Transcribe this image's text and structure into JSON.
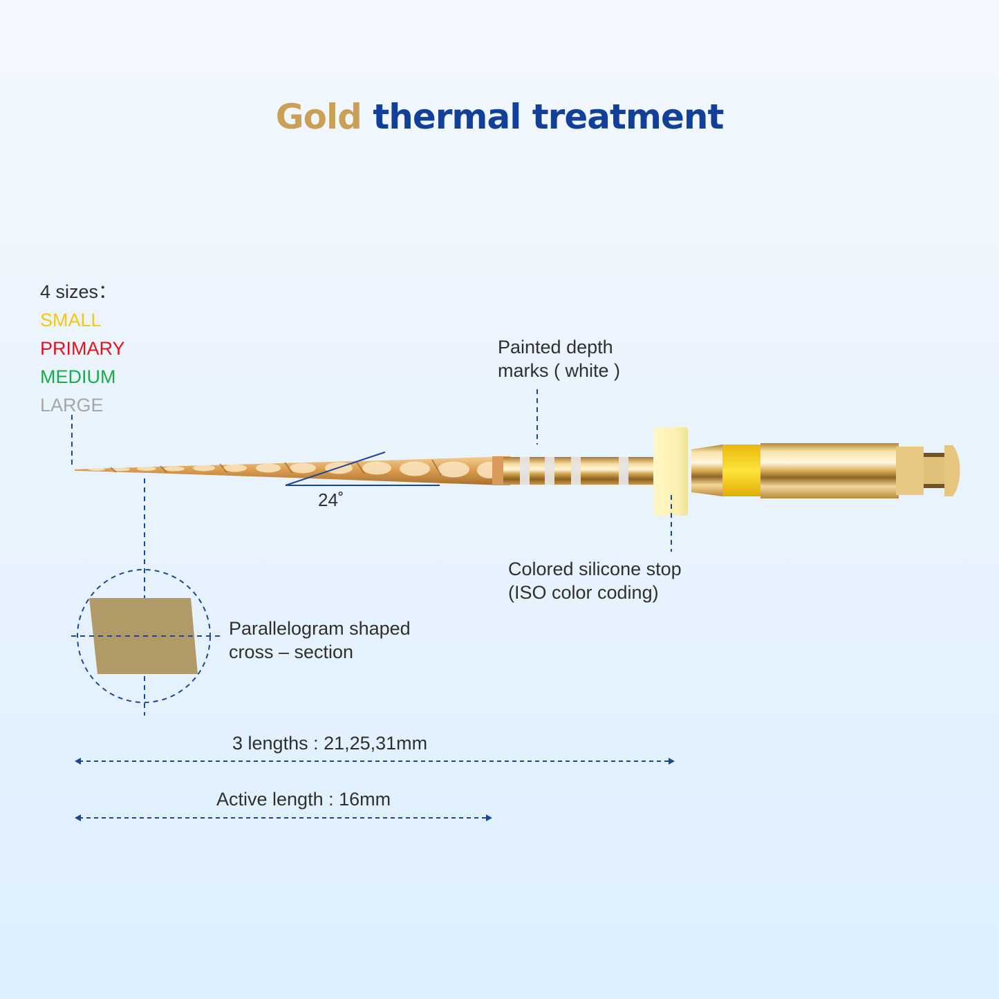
{
  "title": {
    "highlight": "Gold",
    "rest": "thermal treatment",
    "highlight_color": "#c9a055",
    "rest_color": "#123f98"
  },
  "sizes": {
    "heading": "4 sizes：",
    "items": [
      {
        "label": "SMALL",
        "color": "#f5c518"
      },
      {
        "label": "PRIMARY",
        "color": "#e3131b"
      },
      {
        "label": "MEDIUM",
        "color": "#1aaa4e"
      },
      {
        "label": "LARGE",
        "color": "#a6a6a6"
      }
    ]
  },
  "callouts": {
    "depth_marks": {
      "line1": "Painted depth",
      "line2": "marks ( white )"
    },
    "silicone_stop": {
      "line1": "Colored silicone stop",
      "line2": "(ISO color coding)"
    },
    "cross_section": {
      "line1": "Parallelogram shaped",
      "line2": "cross – section"
    },
    "angle": "24˚"
  },
  "dimensions": {
    "total_length": "3 lengths : 21,25,31mm",
    "active_length": "Active length : 16mm"
  },
  "colors": {
    "line": "#1d4597",
    "gold": "#d9a85a",
    "cross_section_fill": "#b09a68",
    "stop": "#fbf3b8",
    "band": "#f6d20a"
  }
}
